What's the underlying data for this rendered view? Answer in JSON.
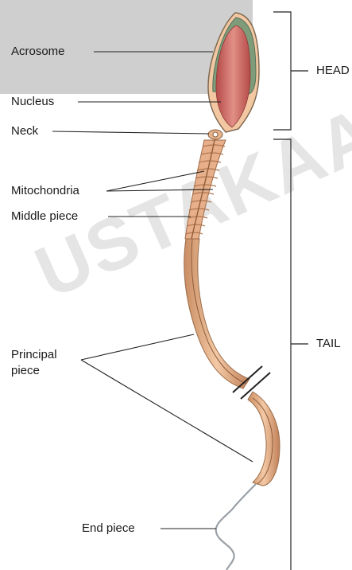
{
  "labels": {
    "acrosome": "Acrosome",
    "nucleus": "Nucleus",
    "neck": "Neck",
    "mitochondria": "Mitochondria",
    "middle_piece": "Middle piece",
    "principal_piece_line1": "Principal",
    "principal_piece_line2": "piece",
    "end_piece": "End piece"
  },
  "regions": {
    "head": "HEAD",
    "tail": "TAIL"
  },
  "watermark": "USTAKAAN",
  "colors": {
    "overlay_gray": "#c8c8c8",
    "head_membrane": "#7f9c7a",
    "nucleus": "#c8655f",
    "tail_tan": "#e8b48a",
    "line": "#222222"
  }
}
